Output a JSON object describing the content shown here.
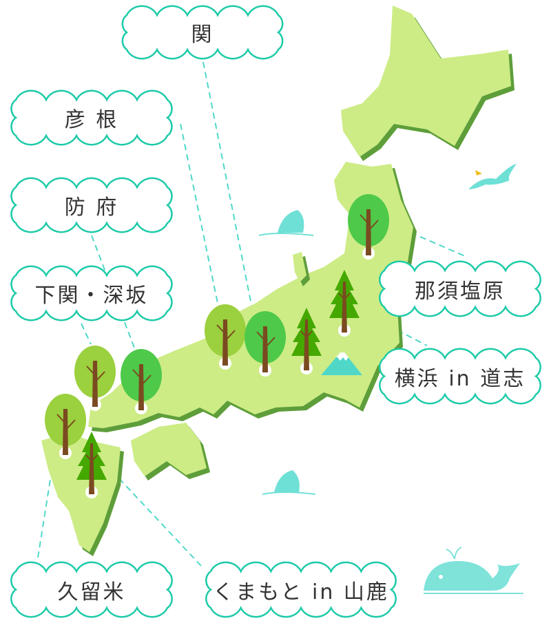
{
  "colors": {
    "land": "#cdec86",
    "land_shadow": "#5e9e3a",
    "cloud_border": "#1ccaa8",
    "leader_line": "#4fd8c8",
    "sea_creature": "#6fe0d6"
  },
  "locations": [
    {
      "id": "seki",
      "name": "関"
    },
    {
      "id": "hikone",
      "name": "彦 根"
    },
    {
      "id": "hofu",
      "name": "防 府"
    },
    {
      "id": "shimonoseki",
      "name": "下関・深坂"
    },
    {
      "id": "nasushiobara",
      "name": "那須塩原"
    },
    {
      "id": "yokohama",
      "name": "横浜 in 道志"
    },
    {
      "id": "kurume",
      "name": "久留米"
    },
    {
      "id": "kumamoto",
      "name": "くまもと in 山鹿"
    }
  ]
}
